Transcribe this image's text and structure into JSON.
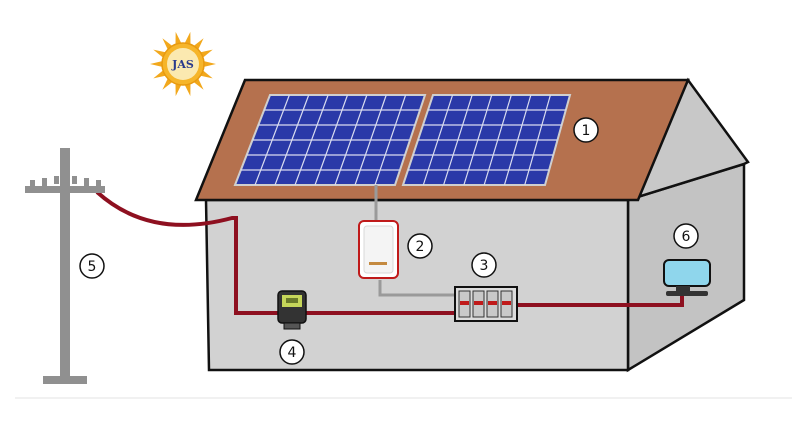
{
  "logo": {
    "text": "JAS"
  },
  "labels": {
    "solar_panels": "1",
    "inverter": "2",
    "breaker_panel": "3",
    "meter": "4",
    "utility_pole": "5",
    "appliance": "6"
  },
  "colors": {
    "roof": "#b5714e",
    "wall_front": "#d2d2d2",
    "wall_side": "#c3c3c3",
    "outline": "#111111",
    "panel_cell": "#2a39a8",
    "panel_grid": "#d9dcf0",
    "cable_ac": "#8e1020",
    "cable_dc": "#9a9a9a",
    "pole": "#909090",
    "sun": "#f2a81c",
    "monitor_screen": "#8fd6ec"
  }
}
